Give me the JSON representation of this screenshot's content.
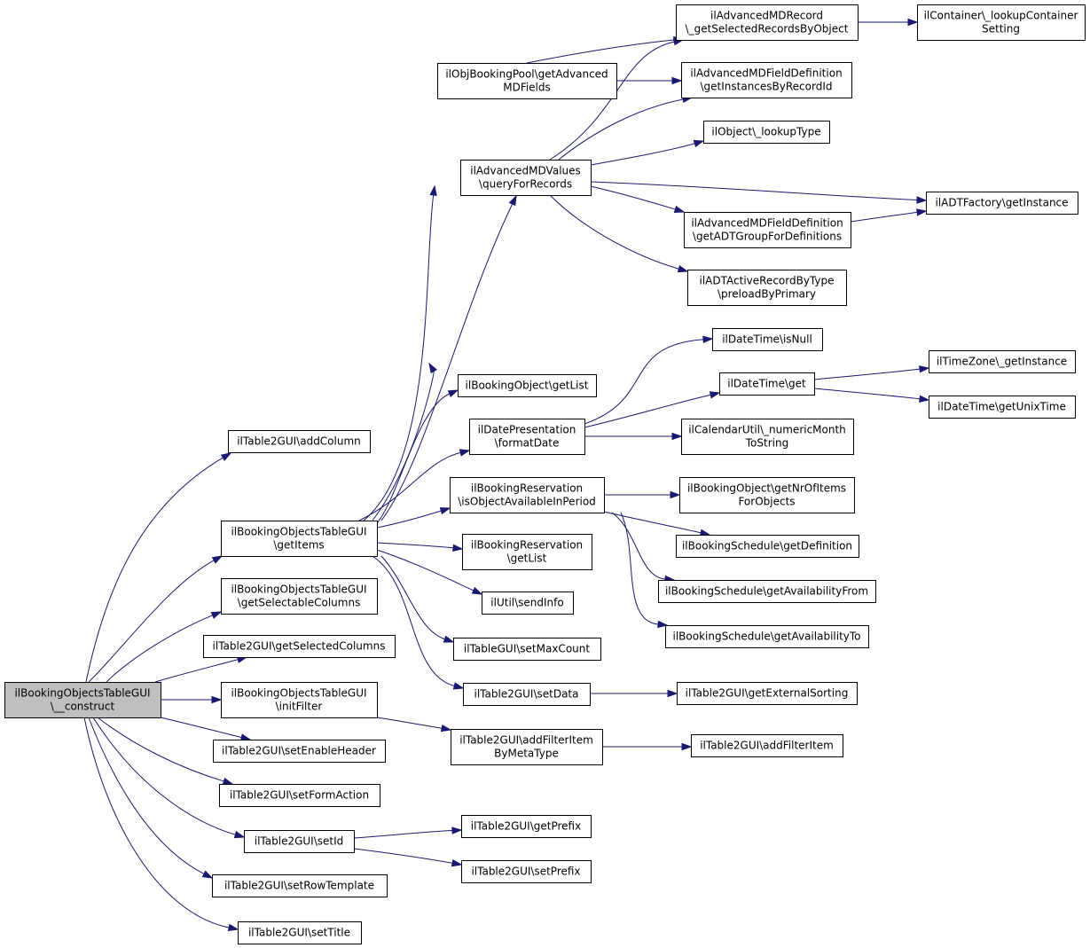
{
  "graph": {
    "edge_color": "#191970",
    "root_fill": "#bfbfbf",
    "nodes": [
      {
        "id": "construct",
        "lines": [
          "ilBookingObjectsTableGUI",
          "\\__construct"
        ],
        "root": true
      },
      {
        "id": "addColumn",
        "lines": [
          "ilTable2GUI\\addColumn"
        ]
      },
      {
        "id": "getItems",
        "lines": [
          "ilBookingObjectsTableGUI",
          "\\getItems"
        ]
      },
      {
        "id": "getSelectableColumns",
        "lines": [
          "ilBookingObjectsTableGUI",
          "\\getSelectableColumns"
        ]
      },
      {
        "id": "getSelectedColumns",
        "lines": [
          "ilTable2GUI\\getSelectedColumns"
        ]
      },
      {
        "id": "initFilter",
        "lines": [
          "ilBookingObjectsTableGUI",
          "\\initFilter"
        ]
      },
      {
        "id": "setEnableHeader",
        "lines": [
          "ilTable2GUI\\setEnableHeader"
        ]
      },
      {
        "id": "setFormAction",
        "lines": [
          "ilTable2GUI\\setFormAction"
        ]
      },
      {
        "id": "setId",
        "lines": [
          "ilTable2GUI\\setId"
        ]
      },
      {
        "id": "setRowTemplate",
        "lines": [
          "ilTable2GUI\\setRowTemplate"
        ]
      },
      {
        "id": "setTitle",
        "lines": [
          "ilTable2GUI\\setTitle"
        ]
      },
      {
        "id": "getAdvancedMDFields",
        "lines": [
          "ilObjBookingPool\\getAdvanced",
          "MDFields"
        ]
      },
      {
        "id": "queryForRecords",
        "lines": [
          "ilAdvancedMDValues",
          "\\queryForRecords"
        ]
      },
      {
        "id": "objGetList",
        "lines": [
          "ilBookingObject\\getList"
        ]
      },
      {
        "id": "formatDate",
        "lines": [
          "ilDatePresentation",
          "\\formatDate"
        ]
      },
      {
        "id": "isObjectAvailable",
        "lines": [
          "ilBookingReservation",
          "\\isObjectAvailableInPeriod"
        ]
      },
      {
        "id": "resGetList",
        "lines": [
          "ilBookingReservation",
          "\\getList"
        ]
      },
      {
        "id": "sendInfo",
        "lines": [
          "ilUtil\\sendInfo"
        ]
      },
      {
        "id": "setMaxCount",
        "lines": [
          "ilTableGUI\\setMaxCount"
        ]
      },
      {
        "id": "setData",
        "lines": [
          "ilTable2GUI\\setData"
        ]
      },
      {
        "id": "addFilterItemByMetaType",
        "lines": [
          "ilTable2GUI\\addFilterItem",
          "ByMetaType"
        ]
      },
      {
        "id": "getPrefix",
        "lines": [
          "ilTable2GUI\\getPrefix"
        ]
      },
      {
        "id": "setPrefix",
        "lines": [
          "ilTable2GUI\\setPrefix"
        ]
      },
      {
        "id": "getSelectedRecordsByObject",
        "lines": [
          "ilAdvancedMDRecord",
          "\\_getSelectedRecordsByObject"
        ]
      },
      {
        "id": "getInstancesByRecordId",
        "lines": [
          "ilAdvancedMDFieldDefinition",
          "\\getInstancesByRecordId"
        ]
      },
      {
        "id": "lookupType",
        "lines": [
          "ilObject\\_lookupType"
        ]
      },
      {
        "id": "adtGetInstance",
        "lines": [
          "ilADTFactory\\getInstance"
        ]
      },
      {
        "id": "getADTGroup",
        "lines": [
          "ilAdvancedMDFieldDefinition",
          "\\getADTGroupForDefinitions"
        ]
      },
      {
        "id": "preloadByPrimary",
        "lines": [
          "ilADTActiveRecordByType",
          "\\preloadByPrimary"
        ]
      },
      {
        "id": "lookupContainerSetting",
        "lines": [
          "ilContainer\\_lookupContainer",
          "Setting"
        ]
      },
      {
        "id": "isNull",
        "lines": [
          "ilDateTime\\isNull"
        ]
      },
      {
        "id": "dtGet",
        "lines": [
          "ilDateTime\\get"
        ]
      },
      {
        "id": "numericMonth",
        "lines": [
          "ilCalendarUtil\\_numericMonth",
          "ToString"
        ]
      },
      {
        "id": "tzGetInstance",
        "lines": [
          "ilTimeZone\\_getInstance"
        ]
      },
      {
        "id": "getUnixTime",
        "lines": [
          "ilDateTime\\getUnixTime"
        ]
      },
      {
        "id": "getNrOfItems",
        "lines": [
          "ilBookingObject\\getNrOfItems",
          "ForObjects"
        ]
      },
      {
        "id": "getDefinition",
        "lines": [
          "ilBookingSchedule\\getDefinition"
        ]
      },
      {
        "id": "getAvailabilityFrom",
        "lines": [
          "ilBookingSchedule\\getAvailabilityFrom"
        ]
      },
      {
        "id": "getAvailabilityTo",
        "lines": [
          "ilBookingSchedule\\getAvailabilityTo"
        ]
      },
      {
        "id": "getExternalSorting",
        "lines": [
          "ilTable2GUI\\getExternalSorting"
        ]
      },
      {
        "id": "addFilterItem",
        "lines": [
          "ilTable2GUI\\addFilterItem"
        ]
      }
    ],
    "edges": [
      [
        "construct",
        "addColumn"
      ],
      [
        "construct",
        "getItems"
      ],
      [
        "construct",
        "getSelectableColumns"
      ],
      [
        "construct",
        "getSelectedColumns"
      ],
      [
        "construct",
        "initFilter"
      ],
      [
        "construct",
        "setEnableHeader"
      ],
      [
        "construct",
        "setFormAction"
      ],
      [
        "construct",
        "setId"
      ],
      [
        "construct",
        "setRowTemplate"
      ],
      [
        "construct",
        "setTitle"
      ],
      [
        "getItems",
        "getAdvancedMDFields"
      ],
      [
        "getItems",
        "queryForRecords"
      ],
      [
        "getItems",
        "getSelectedRecordsByObject"
      ],
      [
        "getItems",
        "objGetList"
      ],
      [
        "getItems",
        "formatDate"
      ],
      [
        "getItems",
        "isObjectAvailable"
      ],
      [
        "getItems",
        "resGetList"
      ],
      [
        "getItems",
        "sendInfo"
      ],
      [
        "getItems",
        "setMaxCount"
      ],
      [
        "getItems",
        "setData"
      ],
      [
        "getAdvancedMDFields",
        "getSelectedRecordsByObject"
      ],
      [
        "getAdvancedMDFields",
        "getInstancesByRecordId"
      ],
      [
        "queryForRecords",
        "getSelectedRecordsByObject"
      ],
      [
        "queryForRecords",
        "getInstancesByRecordId"
      ],
      [
        "queryForRecords",
        "lookupType"
      ],
      [
        "queryForRecords",
        "adtGetInstance"
      ],
      [
        "queryForRecords",
        "getADTGroup"
      ],
      [
        "queryForRecords",
        "preloadByPrimary"
      ],
      [
        "getSelectedRecordsByObject",
        "lookupContainerSetting"
      ],
      [
        "getADTGroup",
        "adtGetInstance"
      ],
      [
        "formatDate",
        "isNull"
      ],
      [
        "formatDate",
        "dtGet"
      ],
      [
        "formatDate",
        "numericMonth"
      ],
      [
        "dtGet",
        "tzGetInstance"
      ],
      [
        "dtGet",
        "getUnixTime"
      ],
      [
        "isObjectAvailable",
        "getNrOfItems"
      ],
      [
        "isObjectAvailable",
        "getDefinition"
      ],
      [
        "isObjectAvailable",
        "getAvailabilityFrom"
      ],
      [
        "isObjectAvailable",
        "getAvailabilityTo"
      ],
      [
        "setData",
        "getExternalSorting"
      ],
      [
        "initFilter",
        "addFilterItemByMetaType"
      ],
      [
        "addFilterItemByMetaType",
        "addFilterItem"
      ],
      [
        "setId",
        "getPrefix"
      ],
      [
        "setId",
        "setPrefix"
      ]
    ]
  }
}
